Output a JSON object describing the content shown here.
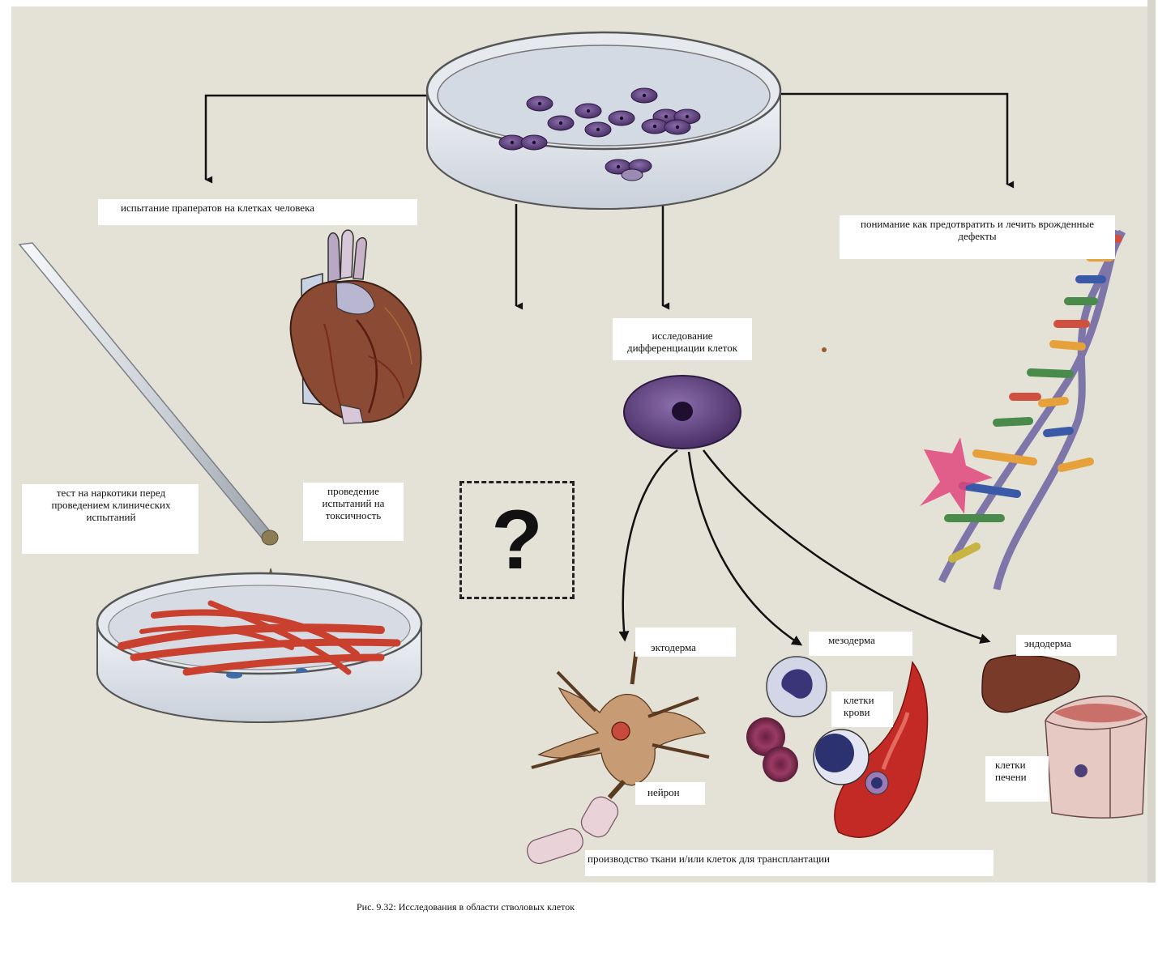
{
  "labels": {
    "drug_testing": "испытание праператов на клетках человека",
    "birth_defects": "понимание как предотвратить и лечить врожденные дефекты",
    "differentiation": "исследование дифференциации клеток",
    "drug_test_before_trials": "тест на наркотики перед проведением клинических испытаний",
    "toxicity_testing": "проведение испытаний на токсичность",
    "ectoderm": "эктодерма",
    "mesoderm": "мезодерма",
    "endoderm": "эндодерма",
    "blood_cells": "клетки крови",
    "neuron": "нейрон",
    "liver_cells": "клетки печени",
    "transplant": "производство ткани и/или клеток для трансплантации"
  },
  "question_mark": "?",
  "caption": "Рис. 9.32: Исследования в области стволовых клеток",
  "colors": {
    "background": "#e4e2d6",
    "stem_cell": "#5b3d7a",
    "muscle_fiber": "#c9402f",
    "heart": "#8a4a33",
    "liver": "#7a3a2a",
    "red_blood_cell": "#c42a25"
  }
}
